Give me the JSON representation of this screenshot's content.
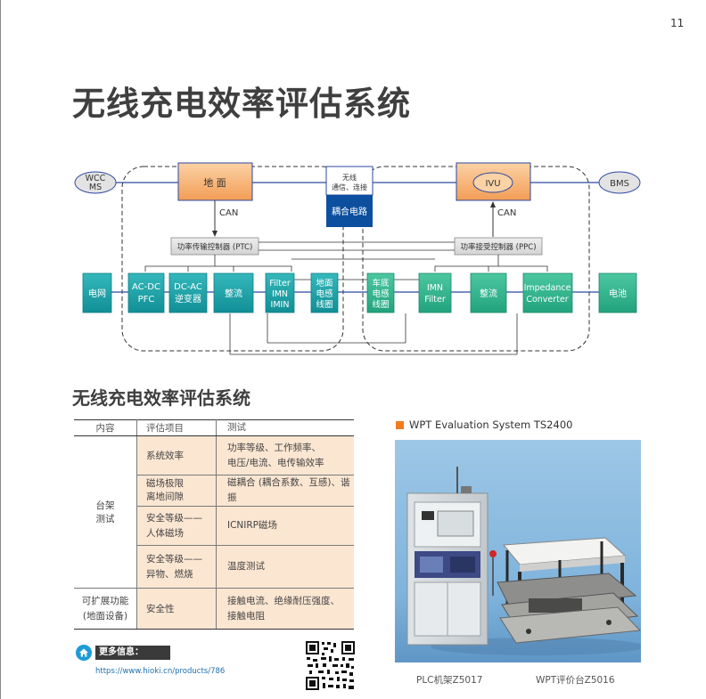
{
  "page_number": "11",
  "title": "无线充电效率评估系统",
  "diagram": {
    "wcc": [
      "WCC",
      "MS"
    ],
    "bms": "BMS",
    "ground": "地 面",
    "ivu": "IVU",
    "comm": [
      "无线",
      "通信、连接"
    ],
    "coupling": "耦合电路",
    "can_left": "CAN",
    "can_right": "CAN",
    "ptc": "功率传输控制器 (PTC)",
    "ppc": "功率接受控制器 (PPC)",
    "blocks": {
      "grid": "电网",
      "acdc": [
        "AC-DC",
        "PFC"
      ],
      "dcac": [
        "DC-AC",
        "逆变器"
      ],
      "rect1": "整流",
      "filter": [
        "Filter",
        "IMN",
        "IMIN"
      ],
      "ground_coil": [
        "地面",
        "电感",
        "线圈"
      ],
      "car_coil": [
        "车底",
        "电感",
        "线圈"
      ],
      "imn_filter": [
        "IMN",
        "Filter"
      ],
      "rect2": "整流",
      "impedance": [
        "Impedance",
        "Converter"
      ],
      "battery": "电池"
    }
  },
  "subtitle": "无线充电效率评估系统",
  "table": {
    "headers": [
      "内容",
      "评估项目",
      "测试"
    ],
    "group1_label": [
      "台架",
      "测试"
    ],
    "group2_label": [
      "可扩展功能",
      "(地面设备)"
    ],
    "rows": [
      {
        "item": [
          "系统效率"
        ],
        "test": [
          "功率等级、工作频率、",
          "电压/电流、电传输效率"
        ]
      },
      {
        "item": [
          "磁场极限",
          "离地间隙"
        ],
        "test": [
          "磁耦合 (耦合系数、互感)、谐振"
        ]
      },
      {
        "item": [
          "安全等级——",
          "人体磁场"
        ],
        "test": [
          "ICNIRP磁场"
        ]
      },
      {
        "item": [
          "安全等级——",
          "异物、燃烧"
        ],
        "test": [
          "温度测试"
        ]
      },
      {
        "item": [
          "安全性"
        ],
        "test": [
          "接触电流、绝缘耐压强度、",
          "接触电阻"
        ]
      }
    ]
  },
  "more_info": {
    "label": "更多信息：",
    "url": "https://www.hioki.cn/products/786"
  },
  "photo": {
    "caption": "WPT Evaluation System TS2400",
    "label_left": "PLC机架Z5017",
    "label_right": "WPT评价台Z5016"
  },
  "colors": {
    "teal": "#1aa3a8",
    "orange": "#f3a866",
    "navy": "#0c4f9e",
    "line_blue": "#2b4aa0",
    "accent_orange": "#f07c1f",
    "table_fill": "#fbe6d2"
  }
}
